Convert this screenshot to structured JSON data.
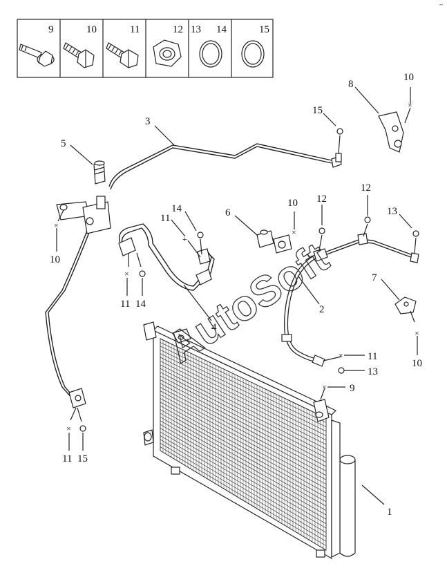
{
  "watermark": "AutoSoft",
  "corner_mark": "~",
  "legend": [
    {
      "id": "legend-9",
      "label": "9",
      "icon": "flange-bolt-icon"
    },
    {
      "id": "legend-10",
      "label": "10",
      "icon": "bolt-icon"
    },
    {
      "id": "legend-11",
      "label": "11",
      "icon": "bolt-icon"
    },
    {
      "id": "legend-12",
      "label": "12",
      "icon": "hex-nut-icon"
    },
    {
      "id": "legend-13",
      "label": "13",
      "icon": "o-ring-icon"
    },
    {
      "id": "legend-14",
      "label": "14",
      "icon": "o-ring-icon"
    },
    {
      "id": "legend-15",
      "label": "15",
      "icon": "o-ring-icon"
    }
  ],
  "callouts": {
    "c1": "1",
    "c2": "2",
    "c3": "3",
    "c4": "4",
    "c5": "5",
    "c6": "6",
    "c7": "7",
    "c8": "8",
    "c9": "9",
    "c10a": "10",
    "c10b": "10",
    "c10c": "10",
    "c10d": "10",
    "c11a": "11",
    "c11b": "11",
    "c11c": "11",
    "c11d": "11",
    "c12a": "12",
    "c12b": "12",
    "c13a": "13",
    "c13b": "13",
    "c14a": "14",
    "c14b": "14",
    "c15a": "15",
    "c15b": "15"
  }
}
